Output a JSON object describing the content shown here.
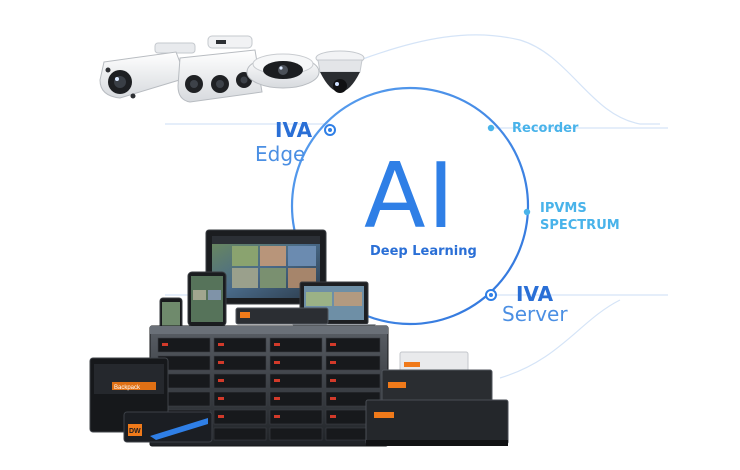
{
  "labels": {
    "iva_edge_top": "IVA",
    "iva_edge_bottom": "Edge",
    "iva_server_top": "IVA",
    "iva_server_bottom": "Server",
    "recorder": "Recorder",
    "ipvms_line1": "IPVMS",
    "ipvms_line2": "SPECTRUM",
    "ai": "AI",
    "deep_learning": "Deep Learning",
    "recorder_brand": "Backpack",
    "device_badge": "DW"
  },
  "colors": {
    "ring": "#3f8ae6",
    "line": "#cfe0f7",
    "accent": "#2a6fd6",
    "sky": "#49b3ea"
  }
}
